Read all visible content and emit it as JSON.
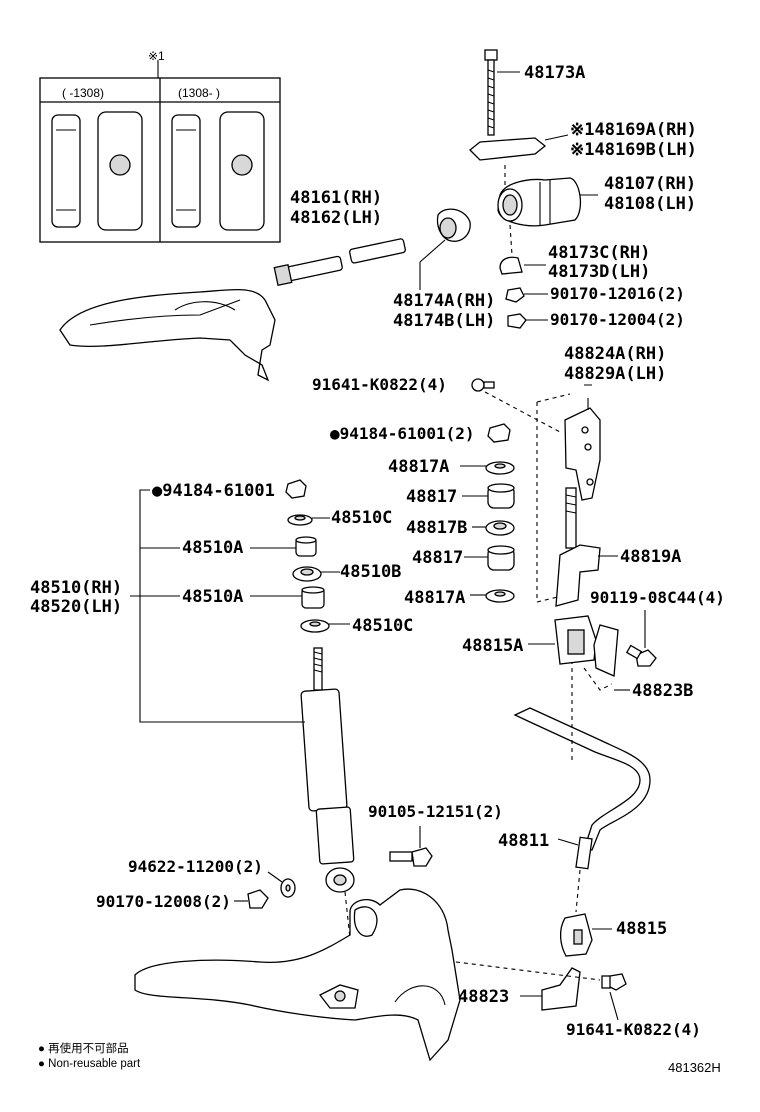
{
  "inset": {
    "marker": "※1",
    "col_left": "(     -1308)",
    "col_right": "(1308-      )"
  },
  "labels": {
    "p48173A": "48173A",
    "p48169": "※148169A(RH)",
    "p48169b": "※148169B(LH)",
    "p48107": "48107(RH)",
    "p48108": "48108(LH)",
    "p48161": "48161(RH)",
    "p48162": "48162(LH)",
    "p48173C": "48173C(RH)",
    "p48173D": "48173D(LH)",
    "p90170_12016": "90170-12016(2)",
    "p48174A": "48174A(RH)",
    "p48174B": "48174B(LH)",
    "p90170_12004": "90170-12004(2)",
    "p48824A": "48824A(RH)",
    "p48829A": "48829A(LH)",
    "p91641_top": "91641-K0822(4)",
    "p94184_a": "●94184-61001(2)",
    "p48817A_1": "48817A",
    "p48817_1": "48817",
    "p94184_b": "●94184-61001",
    "p48510C_1": "48510C",
    "p48817B": "48817B",
    "p48510A_1": "48510A",
    "p48819A": "48819A",
    "p48817_2": "48817",
    "p48510B": "48510B",
    "p48510": "48510(RH)",
    "p48520": "48520(LH)",
    "p48510A_2": "48510A",
    "p48817A_2": "48817A",
    "p90119": "90119-08C44(4)",
    "p48510C_2": "48510C",
    "p48815A": "48815A",
    "p48823B": "48823B",
    "p90105": "90105-12151(2)",
    "p48811": "48811",
    "p94622": "94622-11200(2)",
    "p90170_12008": "90170-12008(2)",
    "p48815": "48815",
    "p48823": "48823",
    "p91641_bot": "91641-K0822(4)"
  },
  "legend": {
    "line_jp": "● 再使用不可部品",
    "line_en": "● Non-reusable part"
  },
  "figure_id": "481362H"
}
